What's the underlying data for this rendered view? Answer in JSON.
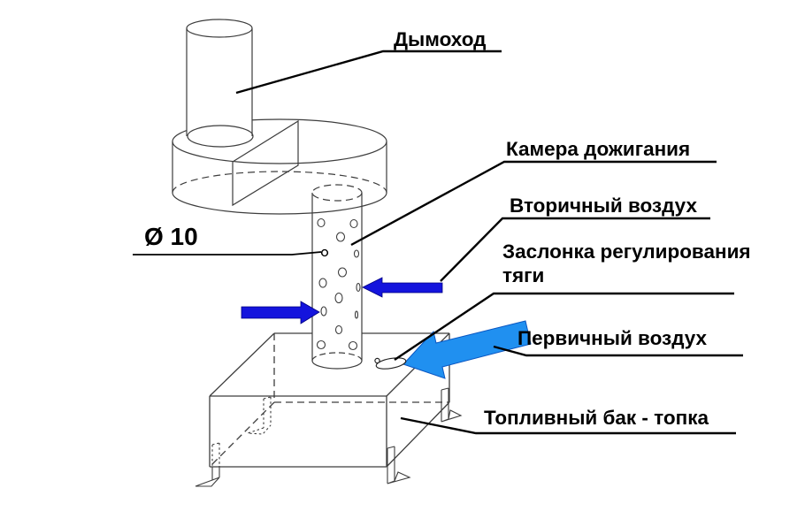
{
  "labels": {
    "chimney": "Дымоход",
    "afterburner_chamber": "Камера дожигания",
    "secondary_air": "Вторичный воздух",
    "damper_line1": "Заслонка регулирования",
    "damper_line2": "тяги",
    "primary_air": "Первичный воздух",
    "fuel_tank": "Топливный бак - топка",
    "hole_diameter": "Ø 10"
  },
  "arrows": {
    "left_air_arrow": {
      "direction": "right",
      "meaning": "air inflow into perforated tube"
    },
    "secondary_air_arrow": {
      "direction": "left",
      "meaning": "secondary air inflow"
    },
    "primary_air_arrow": {
      "direction": "down-left",
      "meaning": "primary air inflow through damper"
    }
  },
  "colors": {
    "air_arrow_dark_blue": "#1414dd",
    "air_arrow_light_blue": "#2090f0",
    "line_ink": "#3d3d3d",
    "label_ink": "#000000",
    "background": "#ffffff"
  }
}
